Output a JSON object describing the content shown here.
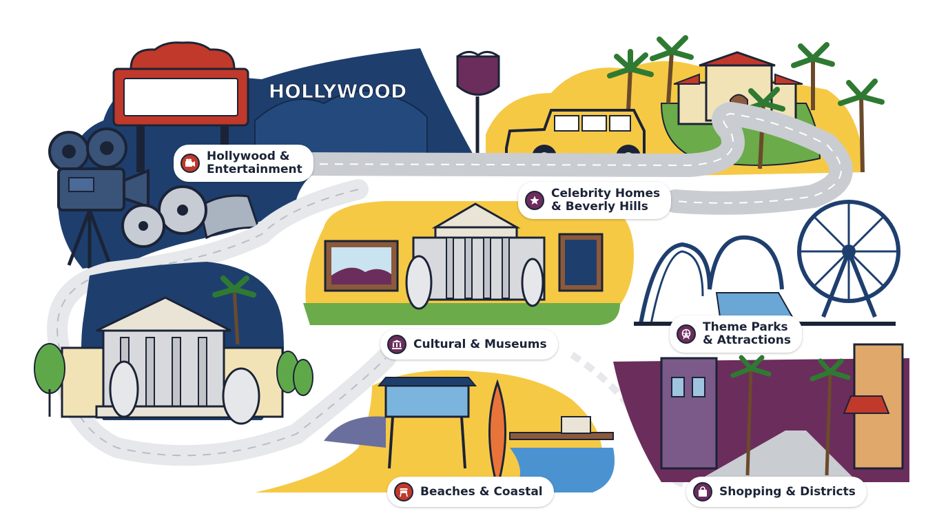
{
  "sign": {
    "text": "HOLLYWOOD"
  },
  "categories": [
    {
      "id": "hollywood",
      "line1": "Hollywood &",
      "line2": "Entertainment",
      "icon": "film-camera-icon",
      "color": "#c0392b"
    },
    {
      "id": "celebrity",
      "line1": "Celebrity Homes",
      "line2": "& Beverly Hills",
      "icon": "star-icon",
      "color": "#6b2d5c"
    },
    {
      "id": "cultural",
      "line1": "Cultural & Museums",
      "line2": "",
      "icon": "museum-icon",
      "color": "#6b2d5c"
    },
    {
      "id": "theme",
      "line1": "Theme Parks",
      "line2": "& Attractions",
      "icon": "ferris-wheel-icon",
      "color": "#6b2d5c"
    },
    {
      "id": "beaches",
      "line1": "Beaches & Coastal",
      "line2": "",
      "icon": "lifeguard-tower-icon",
      "color": "#c0392b"
    },
    {
      "id": "shopping",
      "line1": "Shopping & Districts",
      "line2": "",
      "icon": "shopping-bag-icon",
      "color": "#6b2d5c"
    }
  ],
  "palette": {
    "navy": "#1e3f6e",
    "yellow": "#f6c945",
    "green": "#6bab4a",
    "purple": "#6b2d5c",
    "red": "#c0392b",
    "road": "#c9ccd1",
    "outline": "#1b2336"
  }
}
